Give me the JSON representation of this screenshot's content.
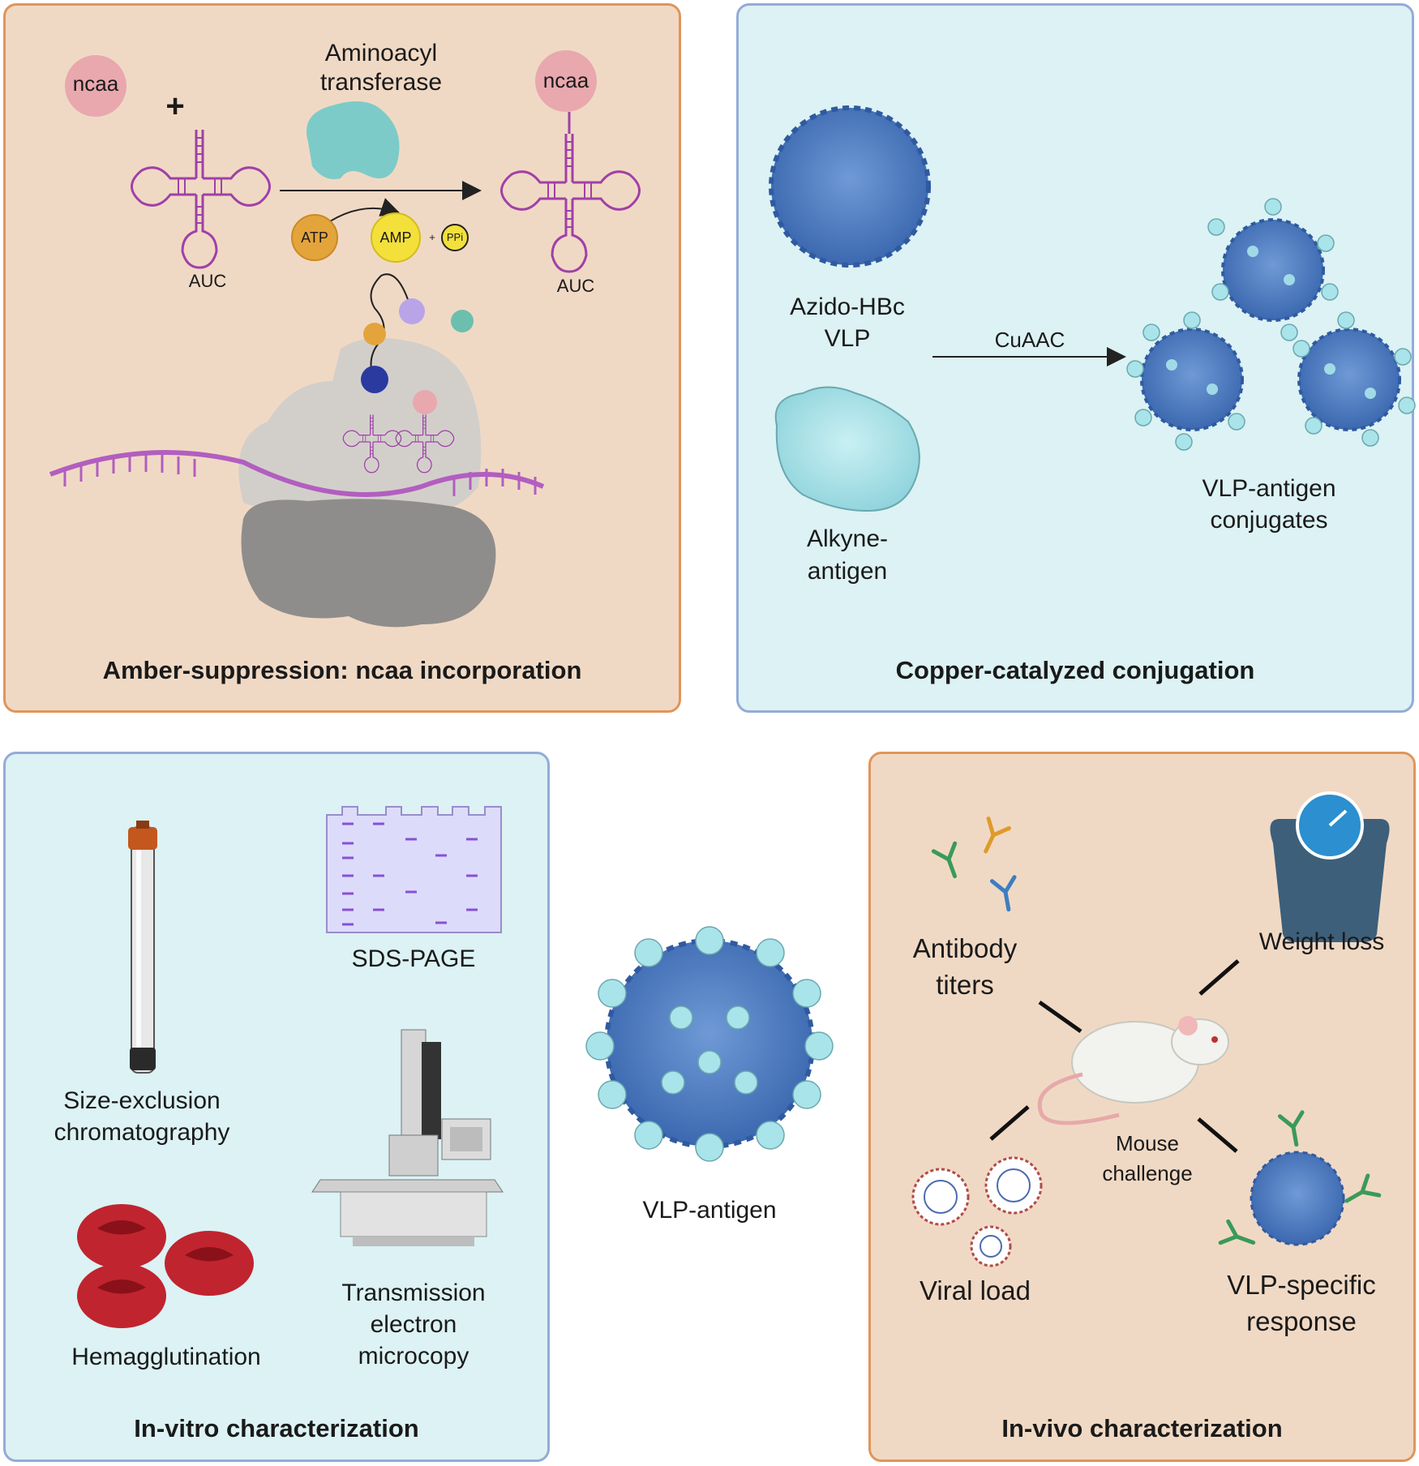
{
  "panels": {
    "amber": {
      "title": "Amber-suppression: ncaa incorporation",
      "ncaa_left": "ncaa",
      "plus": "+",
      "enzyme_label": [
        "Aminoacyl",
        "transferase"
      ],
      "ncaa_right": "ncaa",
      "atp": "ATP",
      "amp": "AMP",
      "plus_small": "+",
      "ppi": "PPi",
      "anticodon_left": "AUC",
      "anticodon_right": "AUC"
    },
    "copper": {
      "title": "Copper-catalyzed conjugation",
      "vlp_label": [
        "Azido-HBc",
        "VLP"
      ],
      "antigen_label": [
        "Alkyne-",
        "antigen"
      ],
      "arrow_label": "CuAAC",
      "conjugates_label": [
        "VLP-antigen",
        "conjugates"
      ]
    },
    "vitro": {
      "title": "In-vitro characterization",
      "sec_label": [
        "Size-exclusion",
        "chromatography"
      ],
      "sds_label": "SDS-PAGE",
      "hemag_label": "Hemagglutination",
      "tem_label": [
        "Transmission",
        "electron",
        "microcopy"
      ]
    },
    "center": {
      "vlp_antigen_label": "VLP-antigen"
    },
    "vivo": {
      "title": "In-vivo characterization",
      "antibody_label": [
        "Antibody",
        "titers"
      ],
      "weight_label": "Weight loss",
      "mouse_label": [
        "Mouse",
        "challenge"
      ],
      "viral_label": "Viral load",
      "vlp_specific_label": [
        "VLP-specific",
        "response"
      ]
    }
  },
  "colors": {
    "amber_bg": "#f0d9c4",
    "amber_border": "#e0955b",
    "teal_bg": "#dcf2f4",
    "teal_border": "#93acd6",
    "trna": "#a040a8",
    "vlp_blue": "#4a7cc4",
    "antigen_cyan": "#a9e4ea",
    "ncaa_pink": "#e8a8ae",
    "rbc_red": "#c0242f"
  }
}
